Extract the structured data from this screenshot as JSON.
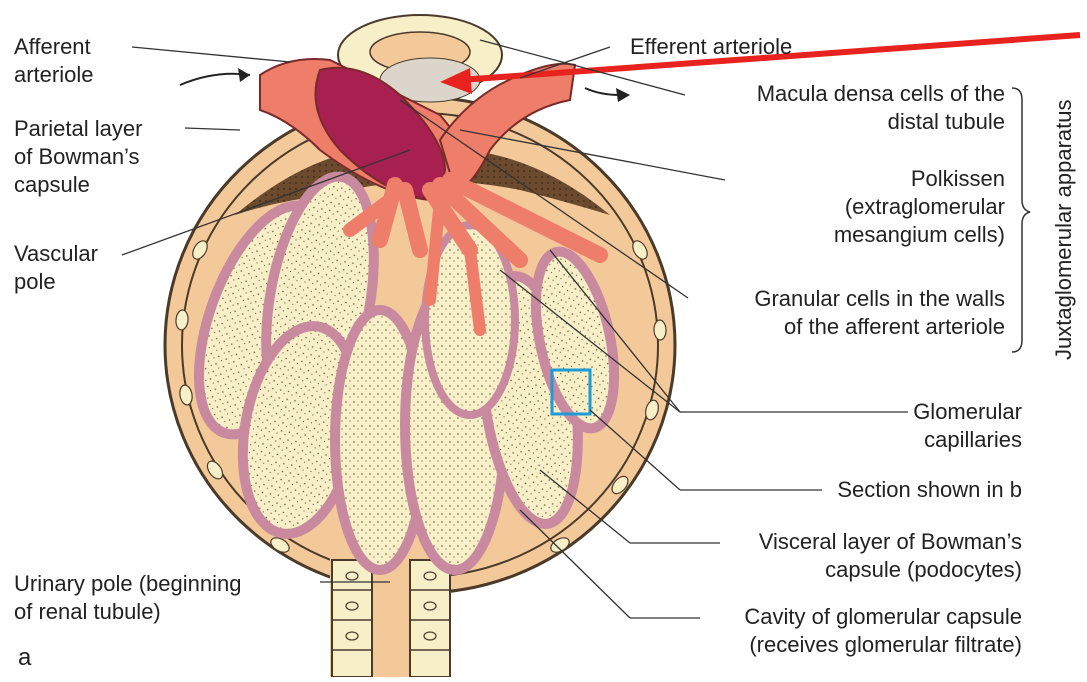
{
  "panel_letter": "a",
  "bracket_title": "Juxtaglomerular apparatus",
  "labels_left": {
    "afferent_arteriole": [
      "Afferent",
      "arteriole"
    ],
    "parietal_layer": [
      "Parietal layer",
      "of Bowman’s",
      "capsule"
    ],
    "vascular_pole": [
      "Vascular",
      "pole"
    ],
    "urinary_pole": [
      "Urinary pole (beginning",
      "of renal tubule)"
    ]
  },
  "labels_right": {
    "efferent_arteriole": [
      "Efferent arteriole"
    ],
    "macula_densa": [
      "Macula densa cells of the",
      "distal tubule"
    ],
    "polkissen": [
      "Polkissen",
      "(extraglomerular",
      "mesangium cells)"
    ],
    "granular_cells": [
      "Granular cells in the walls",
      "of the afferent arteriole"
    ],
    "glomerular_capillaries": [
      "Glomerular",
      "capillaries"
    ],
    "section_b": [
      "Section shown in b"
    ],
    "visceral_layer": [
      "Visceral layer of Bowman’s",
      "capsule (podocytes)"
    ],
    "cavity": [
      "Cavity of glomerular capsule",
      "(receives glomerular filtrate)"
    ]
  },
  "colors": {
    "capsule_fill": "#f3c99a",
    "capsule_outline": "#4a3a2a",
    "arteriole": "#ee7d6a",
    "arteriole_dark": "#a8204f",
    "capillary_loop": "#c98aa0",
    "capillary_core": "#f6efc8",
    "tubule_cell": "#f6efc8",
    "highlight_box": "#1e9ad6",
    "pointer_arrow": "#e8231f"
  }
}
